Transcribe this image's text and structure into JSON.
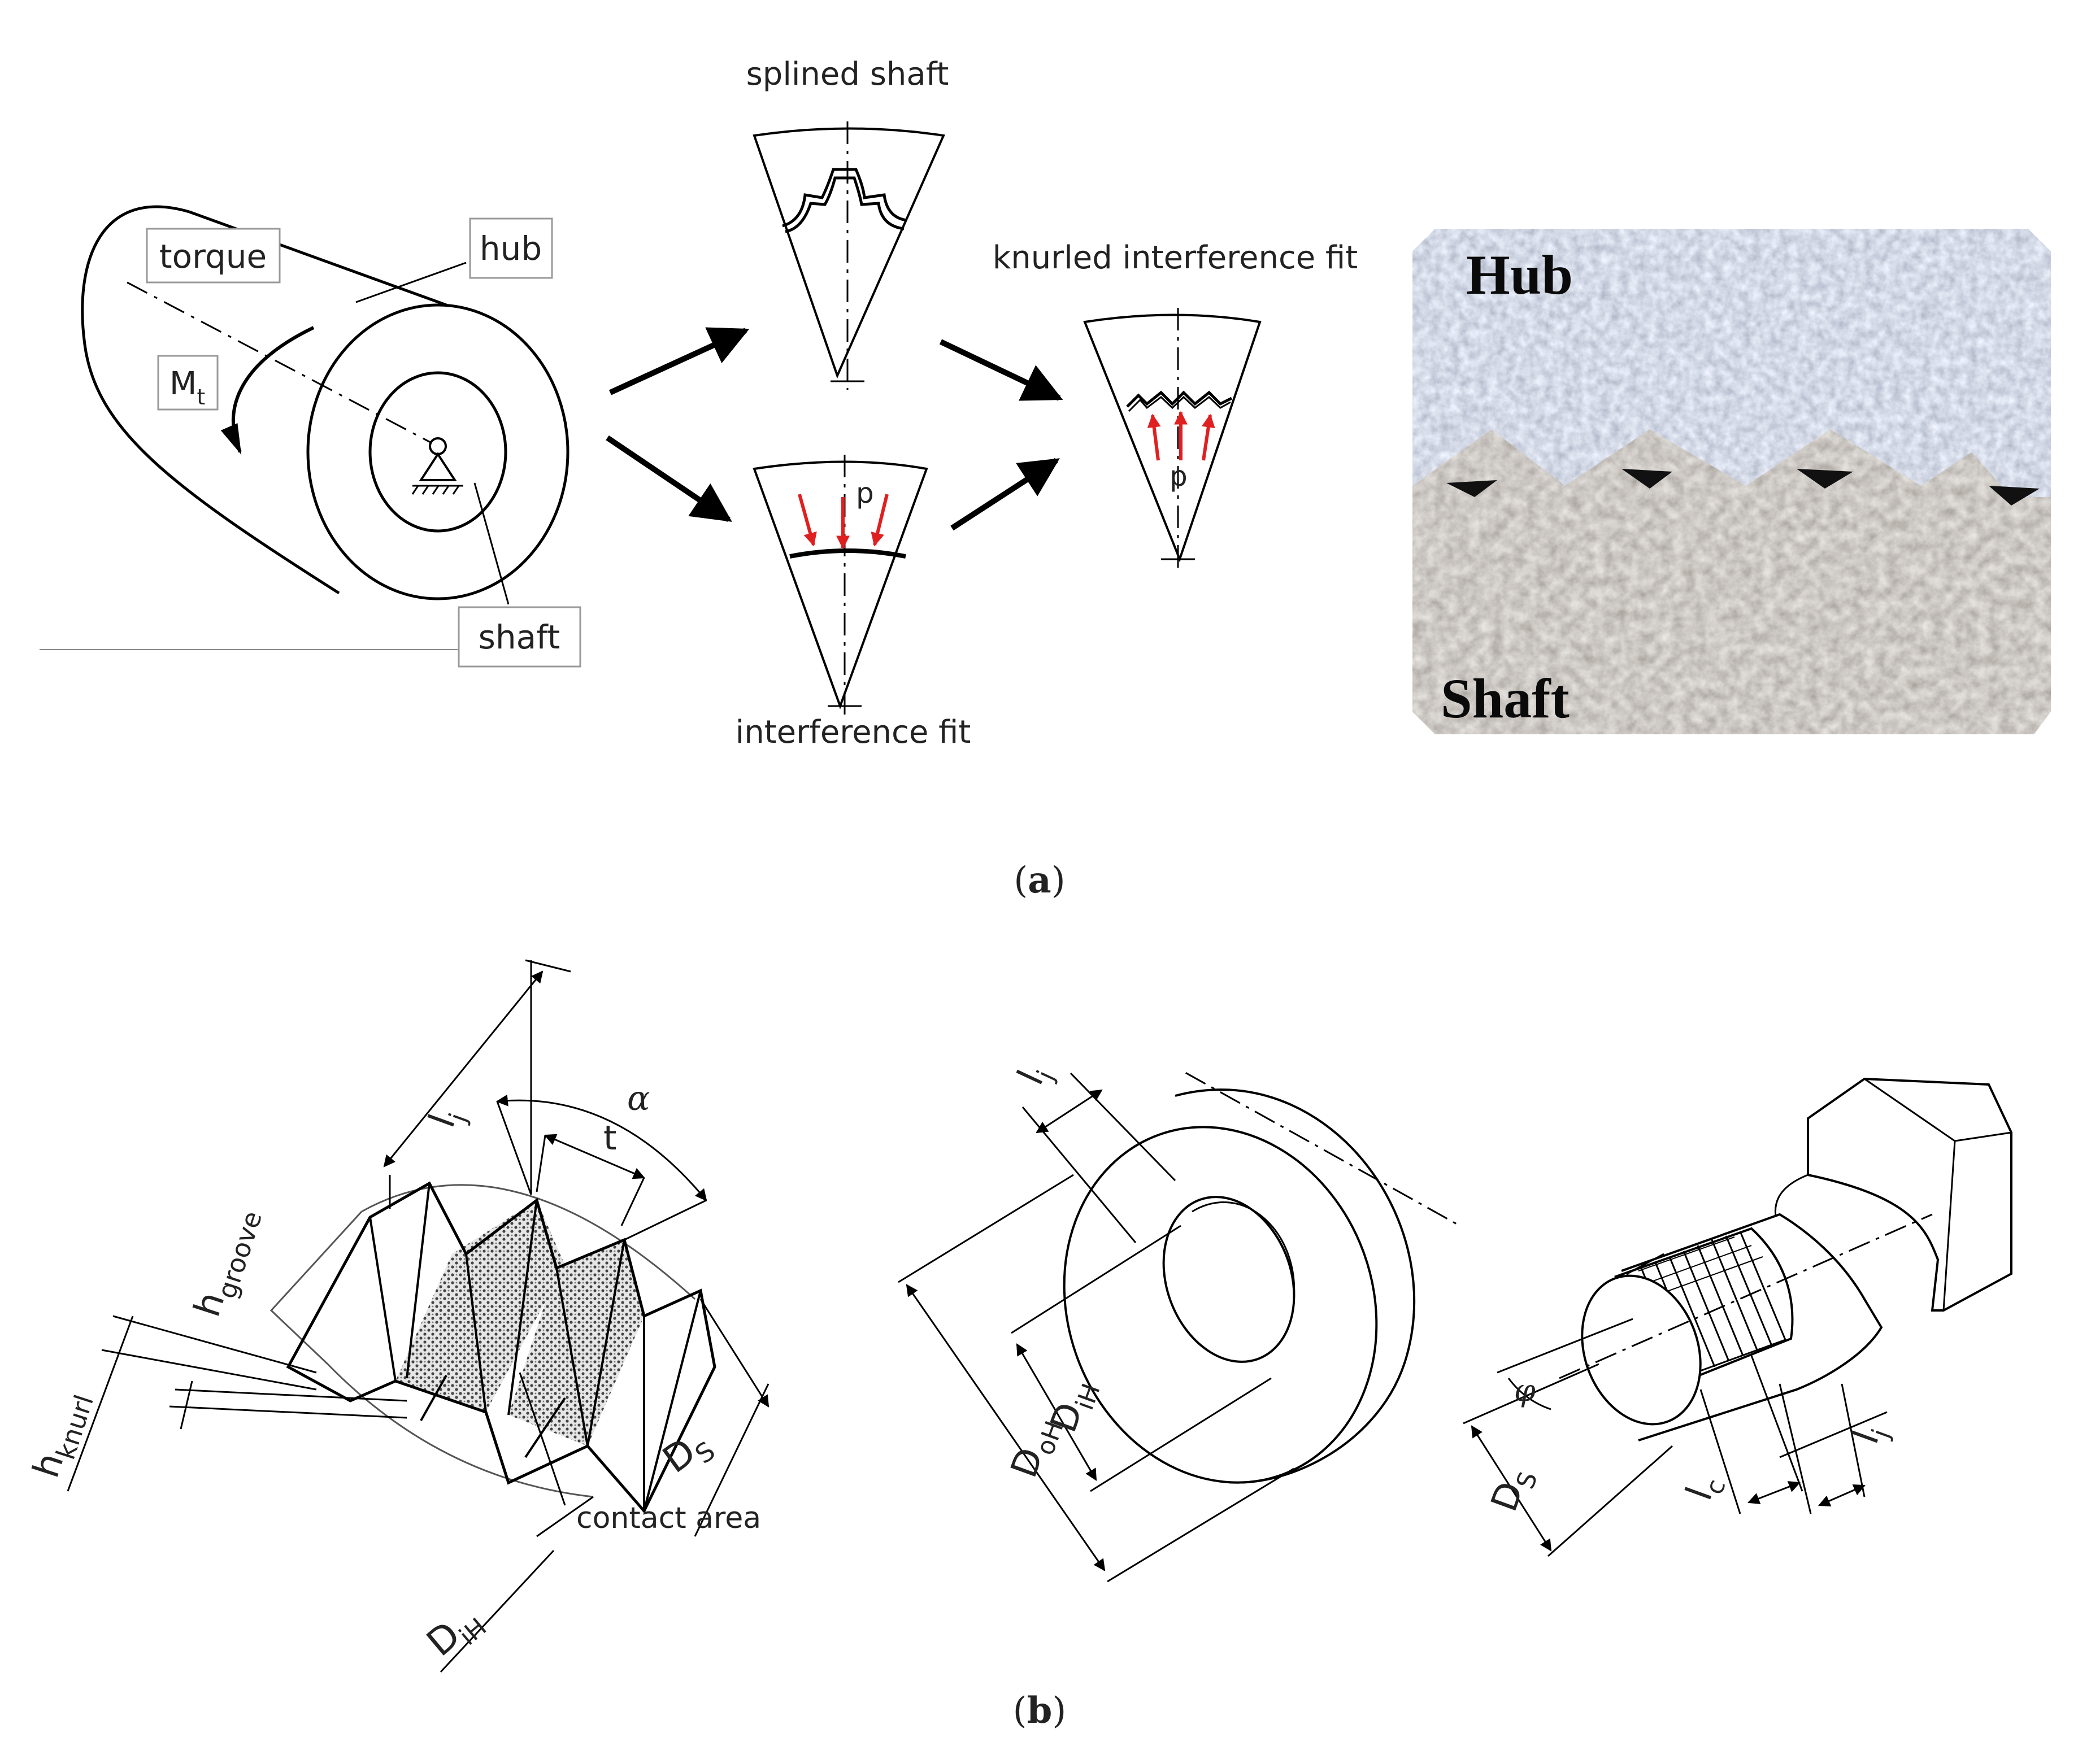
{
  "panel_a": {
    "caption_paren_open": "(",
    "caption_letter": "a",
    "caption_paren_close": ")",
    "labels": {
      "torque": "torque",
      "hub": "hub",
      "moment_main": "M",
      "moment_sub": "t",
      "shaft": "shaft",
      "splined_shaft": "splined shaft",
      "interference_fit": "interference fit",
      "knurled_interference_fit": "knurled interference fit",
      "pressure_1": "p",
      "pressure_2": "p"
    },
    "photo": {
      "hub_label": "Hub",
      "shaft_label": "Shaft",
      "hub_color": "#aeb8c6",
      "shaft_color": "#9a9287"
    },
    "arrow_color": "#e02020"
  },
  "panel_b": {
    "caption_paren_open": "(",
    "caption_letter": "b",
    "caption_paren_close": ")",
    "left": {
      "lj_main": "l",
      "lj_sub": "j",
      "alpha": "α",
      "t": "t",
      "h_groove_main": "h",
      "h_groove_sub": "groove",
      "h_knurl_main": "h",
      "h_knurl_sub": "knurl",
      "ds_main": "D",
      "ds_sub": "S",
      "dih_main": "D",
      "dih_sub": "iH",
      "contact_area": "contact area"
    },
    "hub_drawing": {
      "lj_main": "l",
      "lj_sub": "j",
      "dih_main": "D",
      "dih_sub": "iH",
      "doh_main": "D",
      "doh_sub": "oH"
    },
    "shaft_drawing": {
      "phi": "φ",
      "ds_main": "D",
      "ds_sub": "S",
      "lc_main": "l",
      "lc_sub": "c",
      "lj_main": "l",
      "lj_sub": "j"
    }
  }
}
